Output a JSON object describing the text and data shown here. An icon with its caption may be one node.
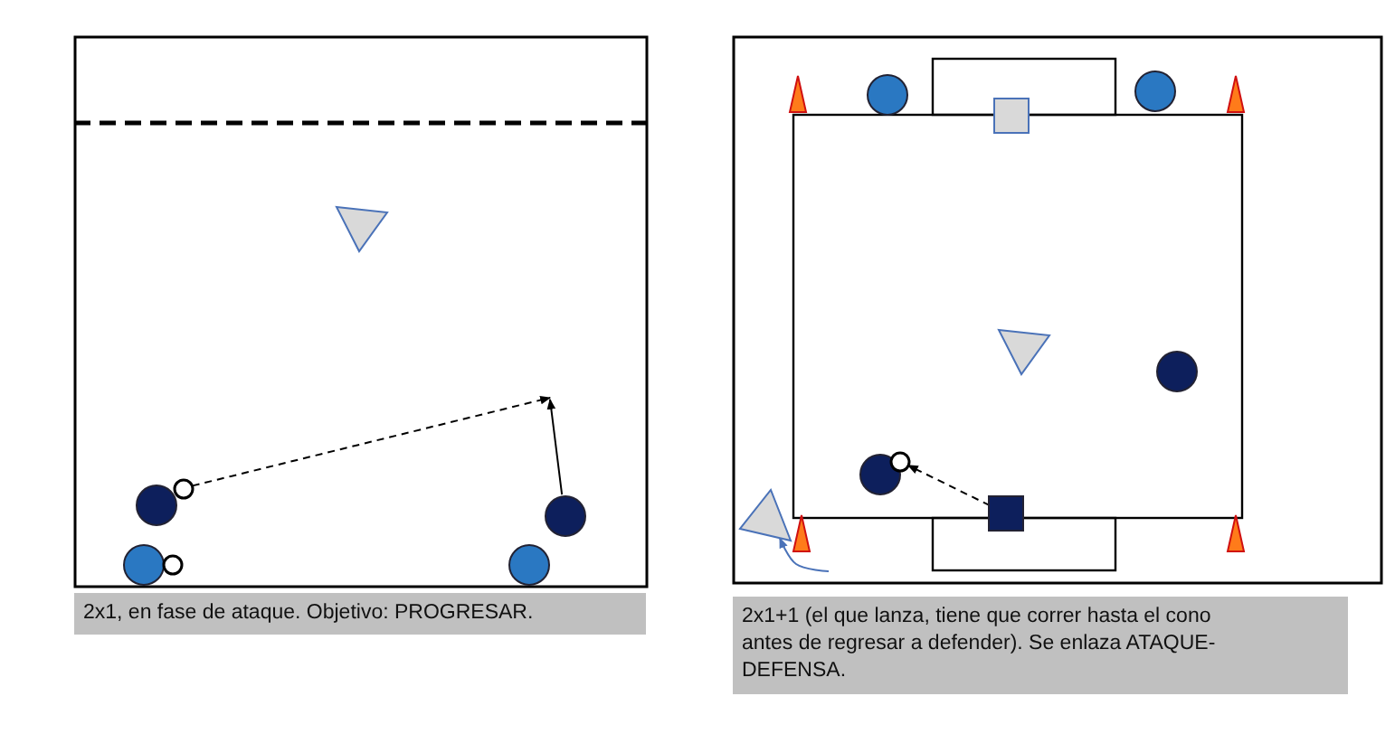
{
  "diagram": {
    "nodes": [
      {
        "text": [],
        "shape": "triangle"
      },
      {
        "text": [],
        "shape": "circle"
      },
      {
        "text": [],
        "shape": "circle"
      },
      {
        "text": [],
        "shape": "circle"
      },
      {
        "text": [],
        "shape": "circle"
      },
      {
        "text": [],
        "shape": "circle"
      },
      {
        "text": [],
        "shape": "circle"
      },
      {
        "text": [
          "2x1, en fase de ataque. Objetivo: PROGRESAR."
        ]
      },
      {
        "text": [],
        "shape": "circle"
      },
      {
        "text": [],
        "shape": "box"
      },
      {
        "text": [],
        "shape": "circle"
      },
      {
        "text": [],
        "shape": "triangle"
      },
      {
        "text": [],
        "shape": "circle"
      },
      {
        "text": [],
        "shape": "circle"
      },
      {
        "text": [],
        "shape": "circle"
      },
      {
        "text": [],
        "shape": "triangle"
      },
      {
        "text": [],
        "shape": "box"
      },
      {
        "text": [
          "2x1+1 (el que lanza, tiene que correr hasta el cono antes de regresar a defender). Se enlaza ATAQUE-DEFENSA."
        ]
      }
    ],
    "edges": [
      {
        "from": 2,
        "to": null,
        "arrow": "to",
        "style": "dashed"
      },
      {
        "from": 3,
        "to": null,
        "arrow": "to"
      },
      {
        "from": 16,
        "to": 14,
        "arrow": "to",
        "style": "dashed"
      },
      {
        "from": null,
        "to": 15,
        "arrow": "to",
        "color": "#4a72b8"
      }
    ]
  }
}
